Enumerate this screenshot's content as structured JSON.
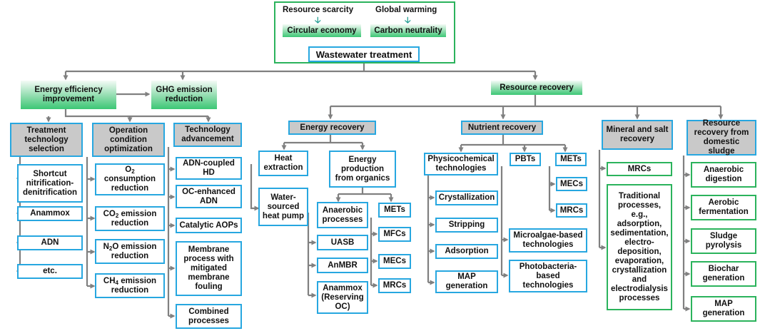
{
  "colors": {
    "blue_border": "#27a7e0",
    "green_border": "#2bb35c",
    "connector": "#808080",
    "box_grey": "#c9c9c9",
    "tiny_arrow": "#1b9a8e"
  },
  "icons": {
    "small_down_arrow": "down-arrow-icon",
    "connector_arrow": "arrow-head-icon"
  },
  "top": {
    "resource_scarcity": "Resource scarcity",
    "global_warming": "Global warming",
    "circular_economy": "Circular economy",
    "carbon_neutrality": "Carbon neutrality",
    "wastewater_treatment": "Wastewater treatment"
  },
  "level1": {
    "energy_efficiency": "Energy efficiency improvement",
    "ghg_reduction": "GHG emission reduction",
    "resource_recovery": "Resource recovery"
  },
  "efficiency": {
    "treatment_selection": {
      "title": "Treatment technology selection",
      "items": [
        "Shortcut nitrification-denitrification",
        "Anammox",
        "ADN",
        "etc."
      ]
    },
    "operation_optimization": {
      "title": "Operation condition optimization",
      "items": [
        {
          "pre": "O",
          "sub": "2",
          "post": " consumption reduction"
        },
        {
          "pre": "CO",
          "sub": "2",
          "post": " emission reduction"
        },
        {
          "pre": "N",
          "sub": "2",
          "post": "O emission reduction"
        },
        {
          "pre": "CH",
          "sub": "4",
          "post": " emission reduction"
        }
      ]
    },
    "technology_advancement": {
      "title": "Technology advancement",
      "items": [
        "ADN-coupled HD",
        "OC-enhanced ADN",
        "Catalytic AOPs",
        "Membrane process with mitigated membrane fouling",
        "Combined processes"
      ]
    }
  },
  "energy_recovery": {
    "title": "Energy recovery",
    "heat_extraction": "Heat extraction",
    "heat_pump": "Water-sourced heat pump",
    "energy_production": "Energy production from organics",
    "anaerobic": "Anaerobic processes",
    "anaerobic_items": [
      "UASB",
      "AnMBR",
      "Anammox (Reserving OC)"
    ],
    "bio_items": [
      "METs",
      "MFCs",
      "MECs",
      "MRCs"
    ]
  },
  "nutrient_recovery": {
    "title": "Nutrient recovery",
    "physicochemical": "Physicochemical technologies",
    "phys_items": [
      "Crystallization",
      "Stripping",
      "Adsorption",
      "MAP generation"
    ],
    "pbts": "PBTs",
    "pbt_items": [
      "Microalgae-based technologies",
      "Photobacteria-based technologies"
    ],
    "mets": "METs",
    "met_items": [
      "MECs",
      "MRCs"
    ]
  },
  "mineral_recovery": {
    "title": "Mineral and salt recovery",
    "mrcs": "MRCs",
    "traditional": "Traditional processes, e.g., adsorption, sedimentation, electro-deposition, evaporation, crystallization and electrodialysis processes"
  },
  "sludge_recovery": {
    "title": "Resource recovery from domestic sludge",
    "items": [
      "Anaerobic digestion",
      "Aerobic fermentation",
      "Sludge pyrolysis",
      "Biochar generation",
      "MAP generation"
    ]
  }
}
